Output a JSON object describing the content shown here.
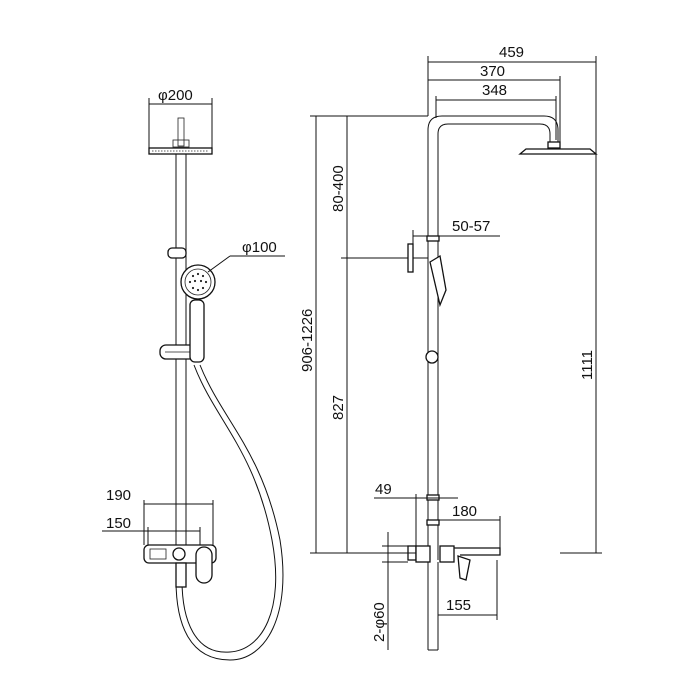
{
  "colors": {
    "line": "#111111",
    "background": "#ffffff"
  },
  "front_view": {
    "dim_head_diameter": "φ200",
    "dim_handshower_diameter": "φ100",
    "dim_width_190": "190",
    "dim_width_150": "150"
  },
  "side_view": {
    "dim_459": "459",
    "dim_370": "370",
    "dim_348": "348",
    "dim_80_400": "80-400",
    "dim_50_57": "50-57",
    "dim_906_1226": "906-1226",
    "dim_827": "827",
    "dim_1111": "1111",
    "dim_49": "49",
    "dim_180": "180",
    "dim_155": "155",
    "dim_2_phi60": "2-φ60"
  }
}
